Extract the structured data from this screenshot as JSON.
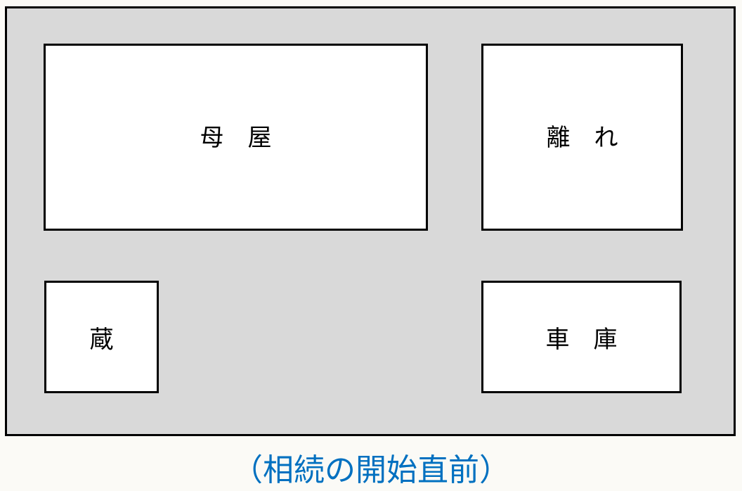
{
  "buildings": {
    "main_house": "母　屋",
    "annex": "離　れ",
    "storehouse": "蔵",
    "garage": "車　庫"
  },
  "caption": "（相続の開始直前）",
  "colors": {
    "site": "#d9d9d9",
    "caption": "#0070c0",
    "background": "#fbfaf6"
  }
}
